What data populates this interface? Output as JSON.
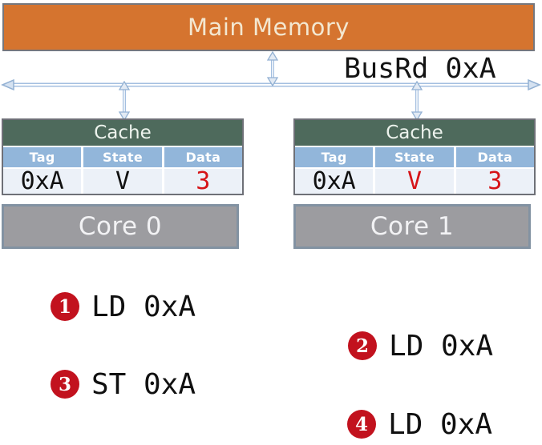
{
  "palette": {
    "memory_orange": "#D5742F",
    "cache_header_green": "#4E6A5C",
    "table_header_blue": "#92B6DA",
    "table_row_bg": "#ECF1F8",
    "bus_blue": "#A4BFE0",
    "highlight_red": "#D61418",
    "badge_red": "#C2121E",
    "core_gray": "#9C9CA0"
  },
  "memory": {
    "label": "Main Memory"
  },
  "bus": {
    "label": "BusRd 0xA"
  },
  "caches": [
    {
      "title": "Cache",
      "headers": [
        "Tag",
        "State",
        "Data"
      ],
      "row": {
        "tag": "0xA",
        "state": "V",
        "data": "3"
      },
      "row_colors": {
        "tag": "black",
        "state": "black",
        "data": "red"
      }
    },
    {
      "title": "Cache",
      "headers": [
        "Tag",
        "State",
        "Data"
      ],
      "row": {
        "tag": "0xA",
        "state": "V",
        "data": "3"
      },
      "row_colors": {
        "tag": "black",
        "state": "red",
        "data": "red"
      }
    }
  ],
  "cores": [
    {
      "label": "Core 0"
    },
    {
      "label": "Core 1"
    }
  ],
  "operations": [
    {
      "num": "1",
      "label": "LD 0xA"
    },
    {
      "num": "2",
      "label": "LD 0xA"
    },
    {
      "num": "3",
      "label": "ST 0xA"
    },
    {
      "num": "4",
      "label": "LD 0xA"
    }
  ]
}
